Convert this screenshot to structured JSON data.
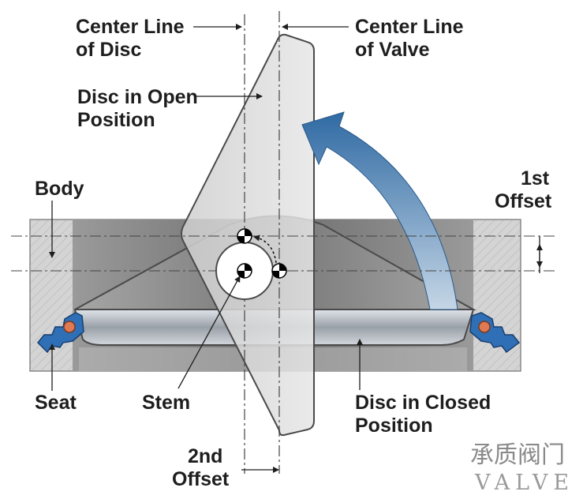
{
  "labels": {
    "center_line_disc": [
      "Center Line",
      "of Disc"
    ],
    "center_line_valve": [
      "Center Line",
      "of Valve"
    ],
    "disc_open": [
      "Disc in Open",
      "Position"
    ],
    "body": "Body",
    "first_offset": [
      "1st",
      "Offset"
    ],
    "seat": "Seat",
    "stem": "Stem",
    "disc_closed": [
      "Disc in Closed",
      "Position"
    ],
    "second_offset": [
      "2nd",
      "Offset"
    ]
  },
  "watermark": {
    "chinese": "承质阀门",
    "latin": "VALVE"
  },
  "colors": {
    "body_fill": "#d2d2d2",
    "bore_dark": "#7a7a7a",
    "disc_closed": "#8e8e8e",
    "disc_open": "#d9d9d9",
    "seat_blue": "#2f6fb5",
    "seat_pin": "#e07a55",
    "arrow_blue": "#3c74a8",
    "text": "#1e1e1e"
  }
}
